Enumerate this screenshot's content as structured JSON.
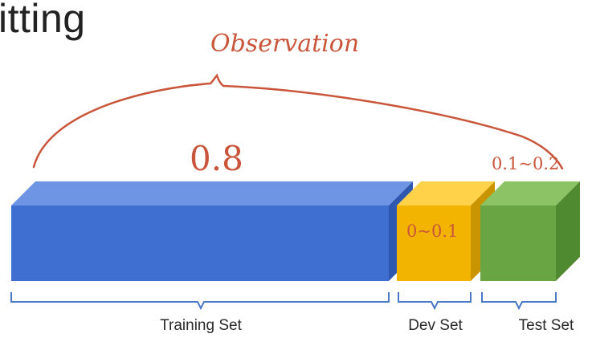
{
  "slide": {
    "title_fragment": "itting"
  },
  "annotations": {
    "observation": "Observation",
    "training_ratio": "0.8",
    "dev_ratio": "0~0.1",
    "test_ratio": "0.1~0.2"
  },
  "segments": [
    {
      "id": "training",
      "label": "Training Set",
      "color": "#3f6fd1"
    },
    {
      "id": "dev",
      "label": "Dev Set",
      "color": "#f3b400"
    },
    {
      "id": "test",
      "label": "Test Set",
      "color": "#6aa543"
    }
  ],
  "colors": {
    "annotation_ink": "#c9553a",
    "bracket": "#4a78c7"
  }
}
